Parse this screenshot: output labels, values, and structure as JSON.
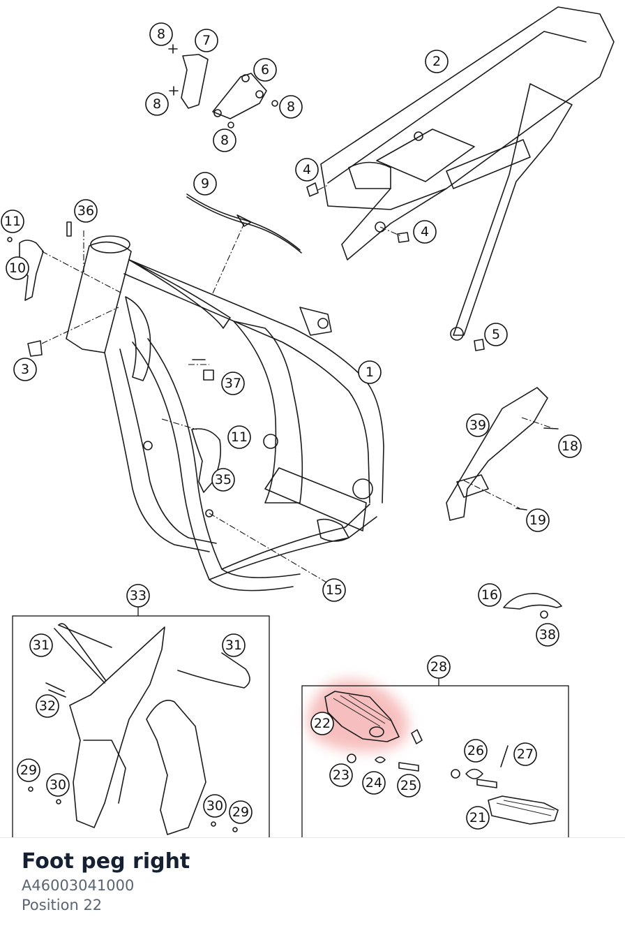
{
  "part": {
    "name": "Foot peg right",
    "number": "A46003041000",
    "position": "Position 22"
  },
  "highlight_color": "#f08a8a",
  "callouts": [
    "8",
    "7",
    "6",
    "8",
    "8",
    "8",
    "2",
    "4",
    "4",
    "5",
    "9",
    "11",
    "36",
    "10",
    "3",
    "1",
    "37",
    "11",
    "35",
    "39",
    "18",
    "19",
    "15",
    "16",
    "38",
    "33",
    "31",
    "31",
    "32",
    "29",
    "30",
    "30",
    "29",
    "28",
    "22",
    "23",
    "24",
    "25",
    "26",
    "27",
    "21"
  ]
}
